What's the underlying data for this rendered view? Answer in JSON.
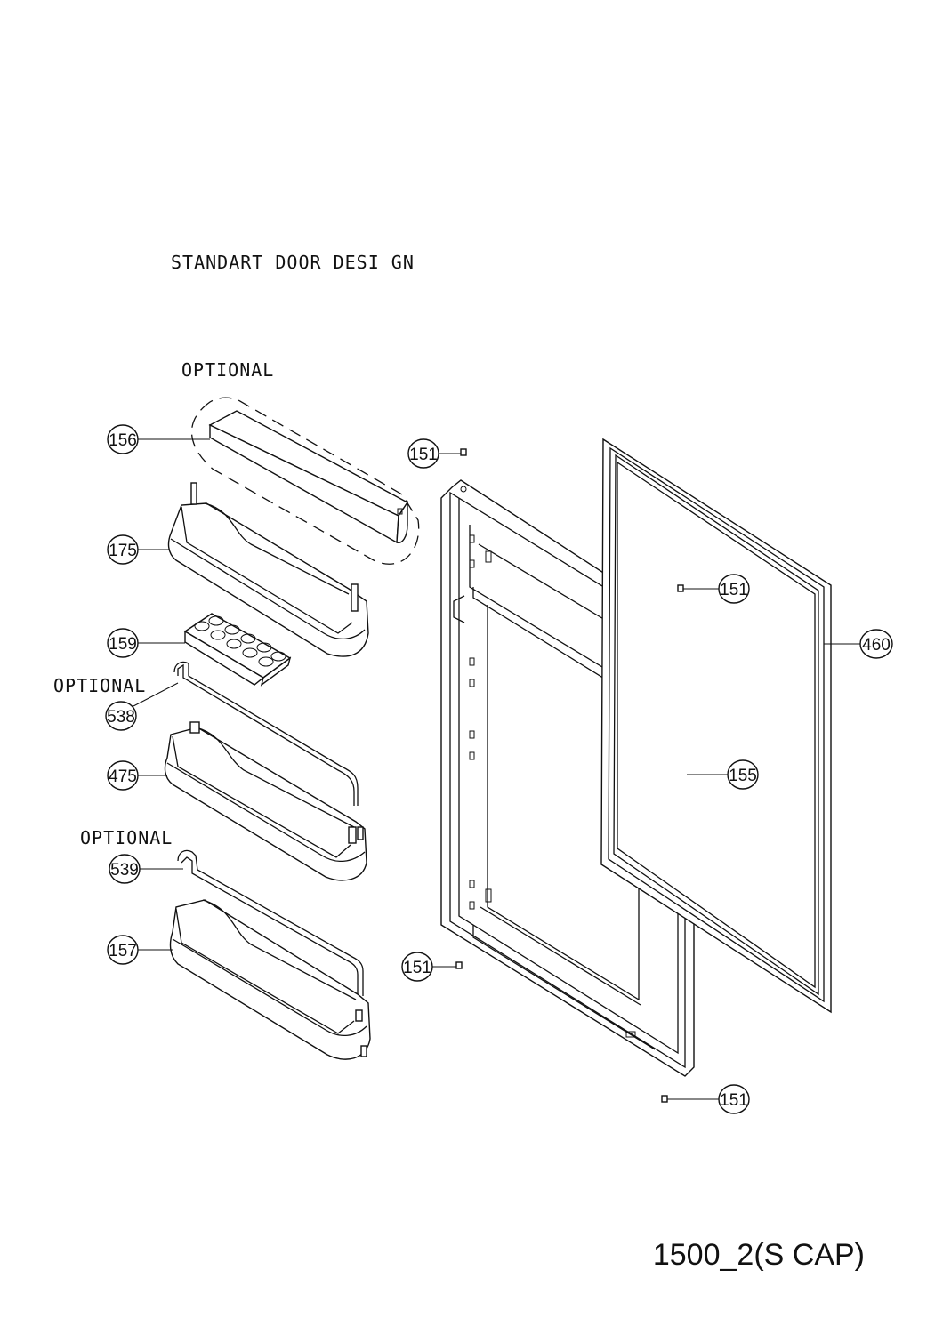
{
  "title": "STANDART  DOOR  DESI GN",
  "optional_labels": [
    "OPTIONAL",
    "OPTIONAL",
    "OPTIONAL"
  ],
  "callouts": {
    "c156": "156",
    "c175": "175",
    "c159": "159",
    "c538": "538",
    "c475": "475",
    "c539": "539",
    "c157": "157",
    "c151a": "151",
    "c151b": "151",
    "c151c": "151",
    "c151d": "151",
    "c460": "460",
    "c155": "155"
  },
  "footer": "1500_2(S CAP)"
}
